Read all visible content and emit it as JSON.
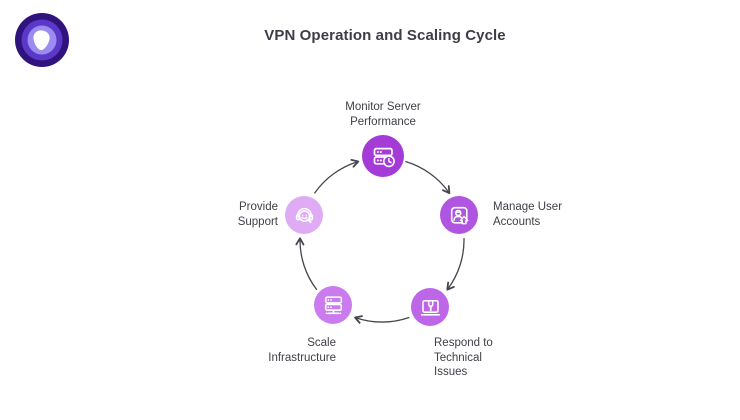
{
  "header": {
    "title": "VPN Operation and Scaling Cycle"
  },
  "logo": {
    "outer": "#31137e",
    "mid": "#5a39c8",
    "inner": "#9c8bf0",
    "core": "#ffffff"
  },
  "diagram": {
    "arrow_color": "#45454e",
    "nodes": [
      {
        "id": "monitor-server-performance",
        "label": "Monitor Server\nPerformance",
        "color": "#a43bd6",
        "icon": "server-clock-icon"
      },
      {
        "id": "manage-user-accounts",
        "label": "Manage User\nAccounts",
        "color": "#af55df",
        "icon": "user-upload-icon"
      },
      {
        "id": "respond-technical-issues",
        "label": "Respond to\nTechnical\nIssues",
        "color": "#bd67e8",
        "icon": "laptop-wrench-icon"
      },
      {
        "id": "scale-infrastructure",
        "label": "Scale\nInfrastructure",
        "color": "#ca7cee",
        "icon": "server-rack-icon"
      },
      {
        "id": "provide-support",
        "label": "Provide\nSupport",
        "color": "#e0abf5",
        "icon": "headset-icon"
      }
    ]
  }
}
